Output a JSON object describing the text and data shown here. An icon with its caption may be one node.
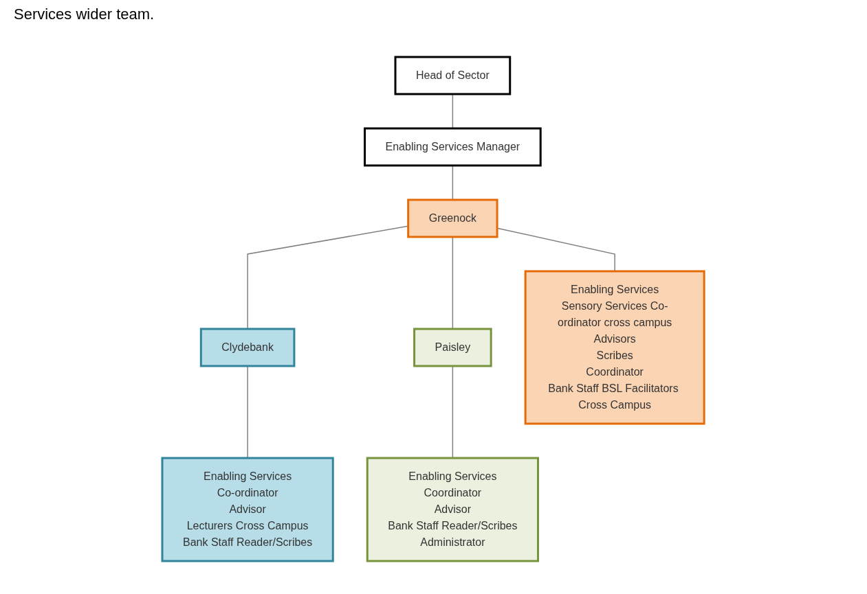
{
  "diagram": {
    "nodes": [
      {
        "text": [
          "Head of Sector"
        ]
      },
      {
        "text": [
          "Enabling Services Manager"
        ]
      },
      {
        "text": [
          "Clydebank"
        ]
      },
      {
        "text": [
          "Greenock"
        ]
      },
      {
        "text": [
          "Paisley"
        ]
      },
      {
        "text": [
          "Enabling Services",
          "Co-ordinator",
          "Advisor",
          "Lecturers Cross Campus",
          "Bank Staff Reader/Scribes"
        ]
      },
      {
        "text": [
          "Enabling Services",
          "Sensory Services Co-ordinator cross campus",
          "Advisors",
          "Scribes",
          "Coordinator",
          "Bank Staff BSL Facilitators Cross Campus"
        ]
      },
      {
        "text": [
          "Enabling Services",
          "Coordinator",
          "Advisor",
          "Bank Staff Reader/Scribes",
          "Administrator"
        ]
      }
    ],
    "edges": [
      {
        "from": 0,
        "to": 1,
        "arrow": "none"
      },
      {
        "from": 1,
        "to": 3,
        "arrow": "none"
      },
      {
        "from": 3,
        "to": 2,
        "arrow": "none"
      },
      {
        "from": 3,
        "to": 4,
        "arrow": "none"
      },
      {
        "from": 2,
        "to": 5,
        "arrow": "none"
      },
      {
        "from": 3,
        "to": 6,
        "arrow": "none"
      },
      {
        "from": 4,
        "to": 7,
        "arrow": "none"
      }
    ],
    "labels": [
      "Services wider team."
    ]
  }
}
